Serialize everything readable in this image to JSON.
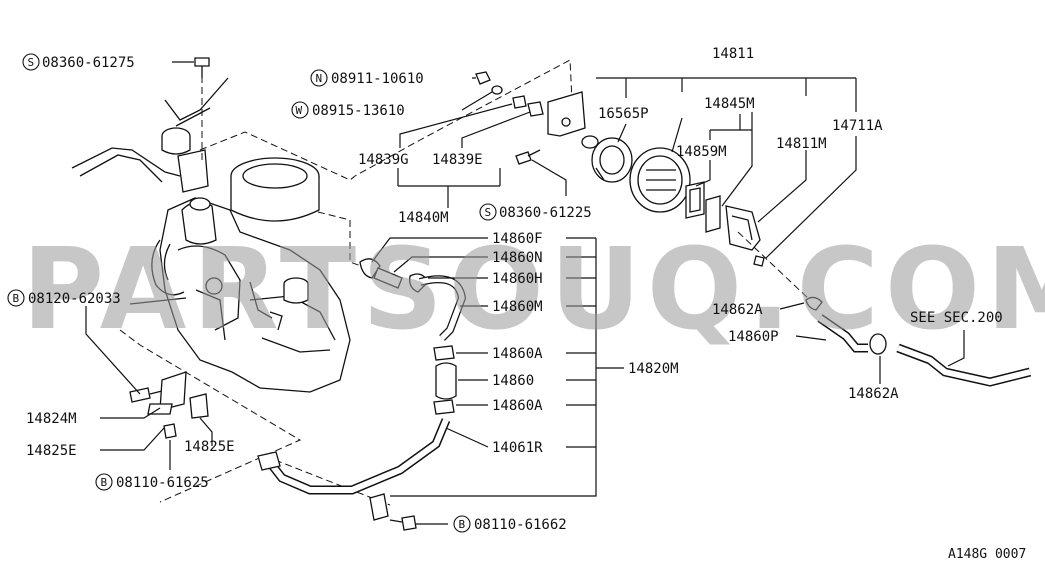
{
  "watermark": "PARTSOUQ.COM",
  "diagram_id": "A148G 0007",
  "labels": {
    "b14811": "14811",
    "p16565p": "16565P",
    "p14845m": "14845M",
    "p14859m": "14859M",
    "p14811m": "14811M",
    "p14711a": "14711A",
    "p14839g": "14839G",
    "p14839e": "14839E",
    "p14840m": "14840M",
    "p14860f": "14860F",
    "p14860n": "14860N",
    "p14860h": "14860H",
    "p14860m": "14860M",
    "p14860a_1": "14860A",
    "p14860": "14860",
    "p14860a_2": "14860A",
    "p14061r": "14061R",
    "p14820m": "14820M",
    "p14862a_1": "14862A",
    "p14860p": "14860P",
    "p14862a_2": "14862A",
    "see_sec": "SEE SEC.200",
    "p14824m": "14824M",
    "p14825e_1": "14825E",
    "p14825e_2": "14825E"
  },
  "fasteners": [
    {
      "prefix": "S",
      "number": "08360-61275"
    },
    {
      "prefix": "N",
      "number": "08911-10610"
    },
    {
      "prefix": "W",
      "number": "08915-13610"
    },
    {
      "prefix": "S",
      "number": "08360-61225"
    },
    {
      "prefix": "B",
      "number": "08120-62033"
    },
    {
      "prefix": "B",
      "number": "08110-61625"
    },
    {
      "prefix": "B",
      "number": "08110-61662"
    }
  ]
}
